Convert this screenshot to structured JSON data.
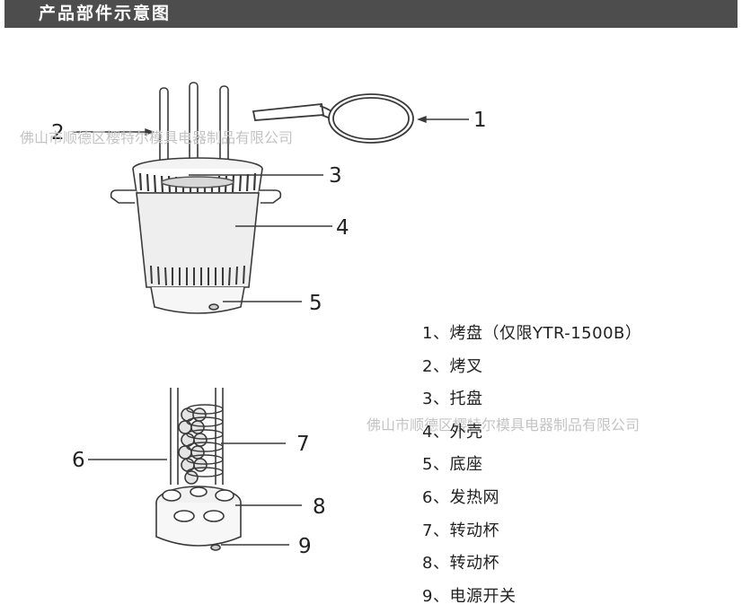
{
  "header": {
    "title": "产品部件示意图"
  },
  "watermarks": [
    "佛山市顺德区樱特尔模具电器制品有限公司",
    "佛山市顺德区樱特尔模具电器制品有限公司"
  ],
  "callouts": [
    "1",
    "2",
    "3",
    "4",
    "5",
    "6",
    "7",
    "8",
    "9"
  ],
  "parts": [
    "1、烤盘（仅限YTR-1500B）",
    "2、烤叉",
    "3、托盘",
    "4、外壳",
    "5、底座",
    "6、发热网",
    "7、转动杯",
    "8、转动杯",
    "9、电源开关"
  ],
  "colors": {
    "header_bg": "#4d4d4d",
    "line": "#3a3a3a",
    "watermark": "#c4c4c4"
  }
}
